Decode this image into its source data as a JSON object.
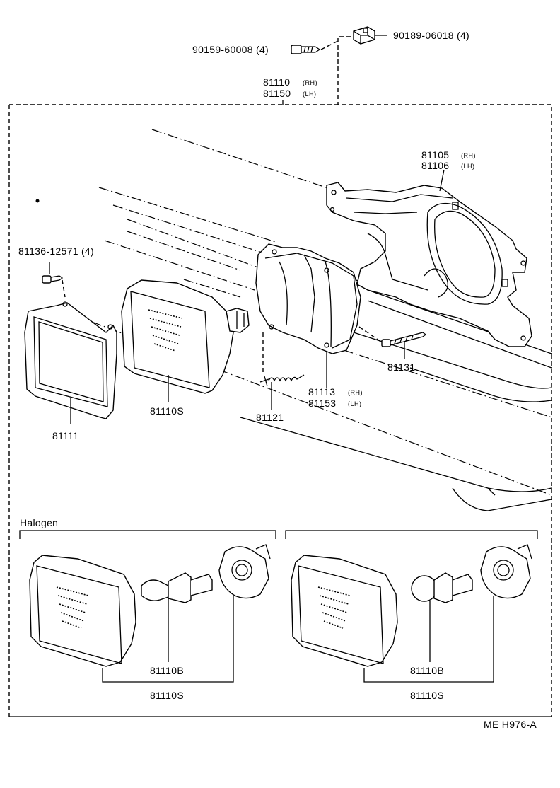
{
  "labels": {
    "screw_top": "90159-60008 (4)",
    "nut_top": "90189-06018 (4)",
    "assy_rh": "81110",
    "assy_rh_side": "(RH)",
    "assy_lh": "81150",
    "assy_lh_side": "(LH)",
    "bracket_rh": "81105",
    "bracket_rh_side": "(RH)",
    "bracket_lh": "81106",
    "bracket_lh_side": "(LH)",
    "screw_left": "81136-12571 (4)",
    "screw_right": "81131",
    "bezel": "81111",
    "unit": "81110S",
    "spring": "81121",
    "housing_rh": "81113",
    "housing_rh_side": "(RH)",
    "housing_lh": "81153",
    "housing_lh_side": "(LH)",
    "halogen": "Halogen",
    "bulb_left": "81110B",
    "unit_left": "81110S",
    "bulb_right": "81110B",
    "unit_right": "81110S",
    "ref_code": "ME  H976-A"
  }
}
